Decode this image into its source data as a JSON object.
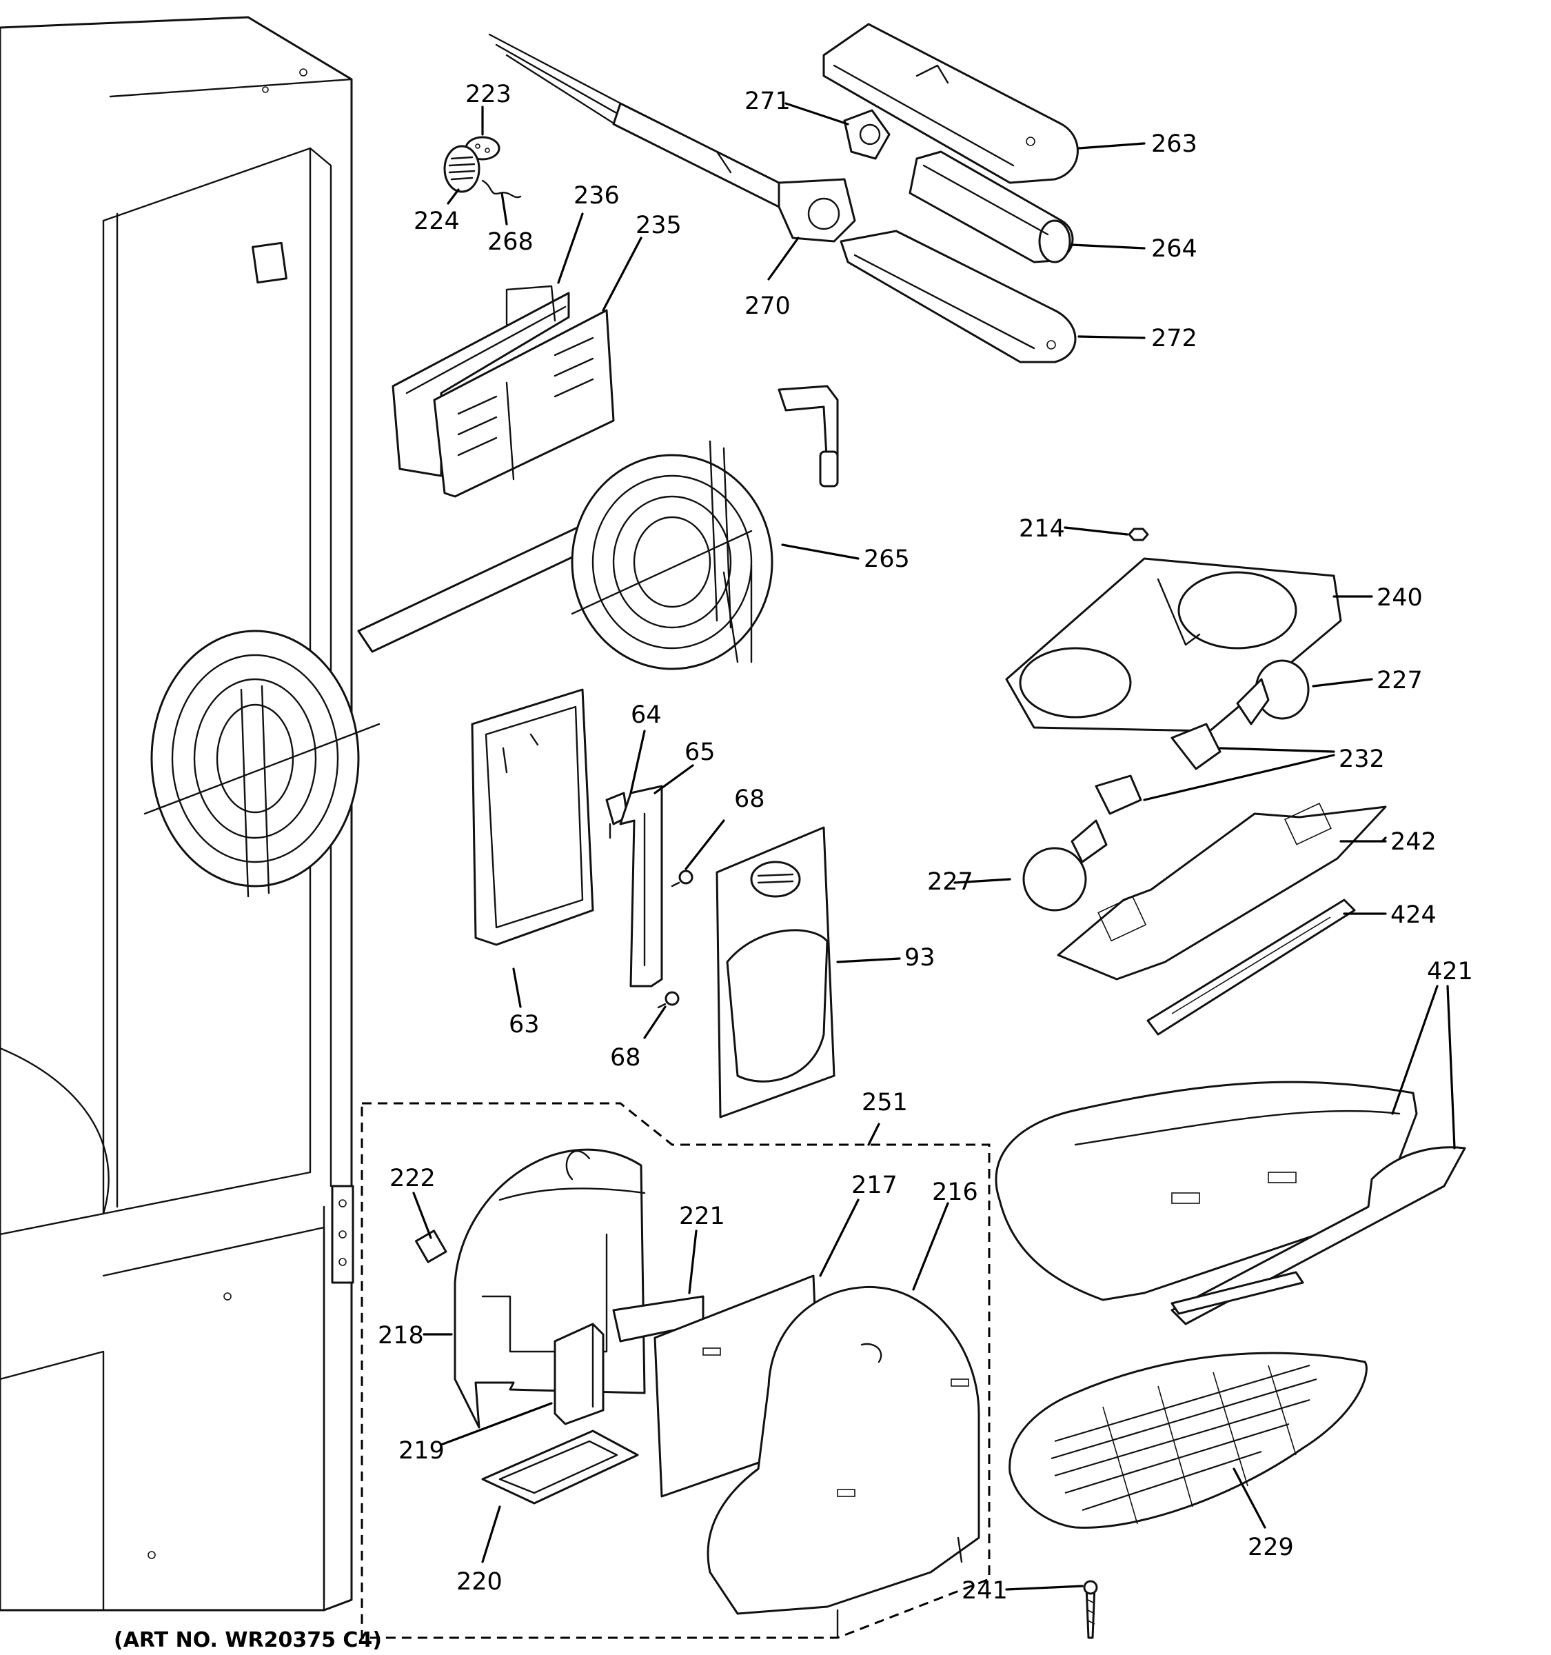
{
  "art_number": "(ART NO. WR20375 C4)",
  "callouts": [
    "223",
    "224",
    "268",
    "236",
    "235",
    "271",
    "270",
    "263",
    "264",
    "272",
    "265",
    "214",
    "240",
    "227",
    "232",
    "242",
    "424",
    "227",
    "421",
    "64",
    "65",
    "68",
    "68",
    "93",
    "63",
    "251",
    "222",
    "221",
    "217",
    "216",
    "218",
    "219",
    "220",
    "229",
    "241"
  ]
}
